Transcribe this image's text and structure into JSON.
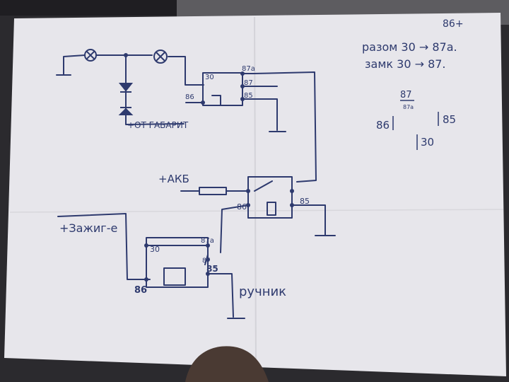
{
  "sheet": {
    "top_right_note": "86+",
    "legend": {
      "open_label": "разом 30 → 87a.",
      "closed_label": "замк 30 → 87."
    },
    "pinout": {
      "top": "87",
      "top_small": "87a",
      "left": "86",
      "right": "85",
      "bottom": "30"
    }
  },
  "diagram": {
    "lamp_circuit": {
      "label": "+ОТ ГАБАРИТ"
    },
    "relay_1": {
      "pin_30": "30",
      "pin_87a": "87a",
      "pin_87": "87",
      "pin_85": "85",
      "pin_86": "86"
    },
    "relay_2": {
      "battery_label": "+АКБ",
      "pin_86": "86",
      "pin_85": "85"
    },
    "relay_3": {
      "ignition_label": "+Зажиг-е",
      "pin_30": "30",
      "pin_87a": "87a",
      "pin_87": "87",
      "pin_85": "85",
      "pin_86": "86",
      "handbrake_label": "ручник"
    }
  },
  "colors": {
    "paper": "#e9e7ec",
    "ink": "#2e3a6e",
    "background": "#2b2a2e",
    "thumb": "#4a3a33"
  }
}
